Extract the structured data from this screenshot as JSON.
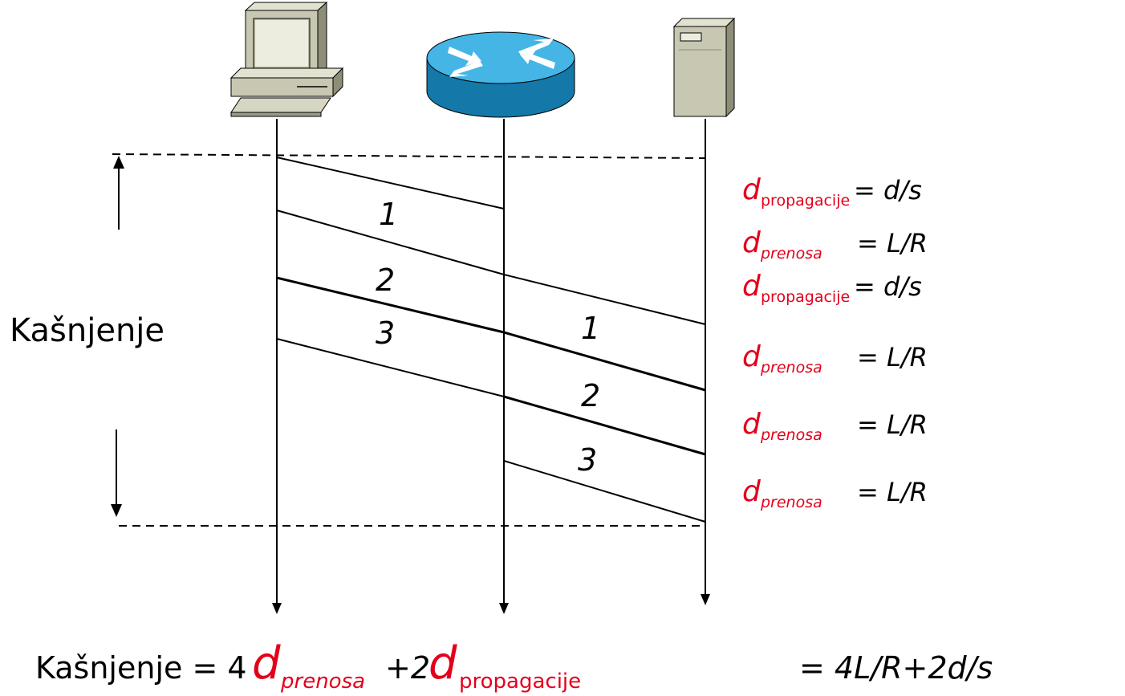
{
  "colors": {
    "accent": "#e3001b",
    "ink": "#000000",
    "router": "#1c8fc0"
  },
  "icons": {
    "host": "desktop-computer-icon",
    "router": "router-icon",
    "server": "server-tower-icon"
  },
  "delay_label": "Kašnjenje",
  "packets": {
    "p1": "1",
    "p2": "2",
    "p3": "3"
  },
  "annotations": {
    "d": "d",
    "prop_sub": "propagacije",
    "trans_sub": "prenosa",
    "prop_rhs": "= d/s",
    "trans_rhs": "= L/R"
  },
  "formula": {
    "lhs": "Kašnjenje = 4",
    "d": "d",
    "trans_sub": "prenosa",
    "plus": "+2",
    "prop_sub": "propagacije",
    "rhs": "= 4L/R+2d/s"
  }
}
